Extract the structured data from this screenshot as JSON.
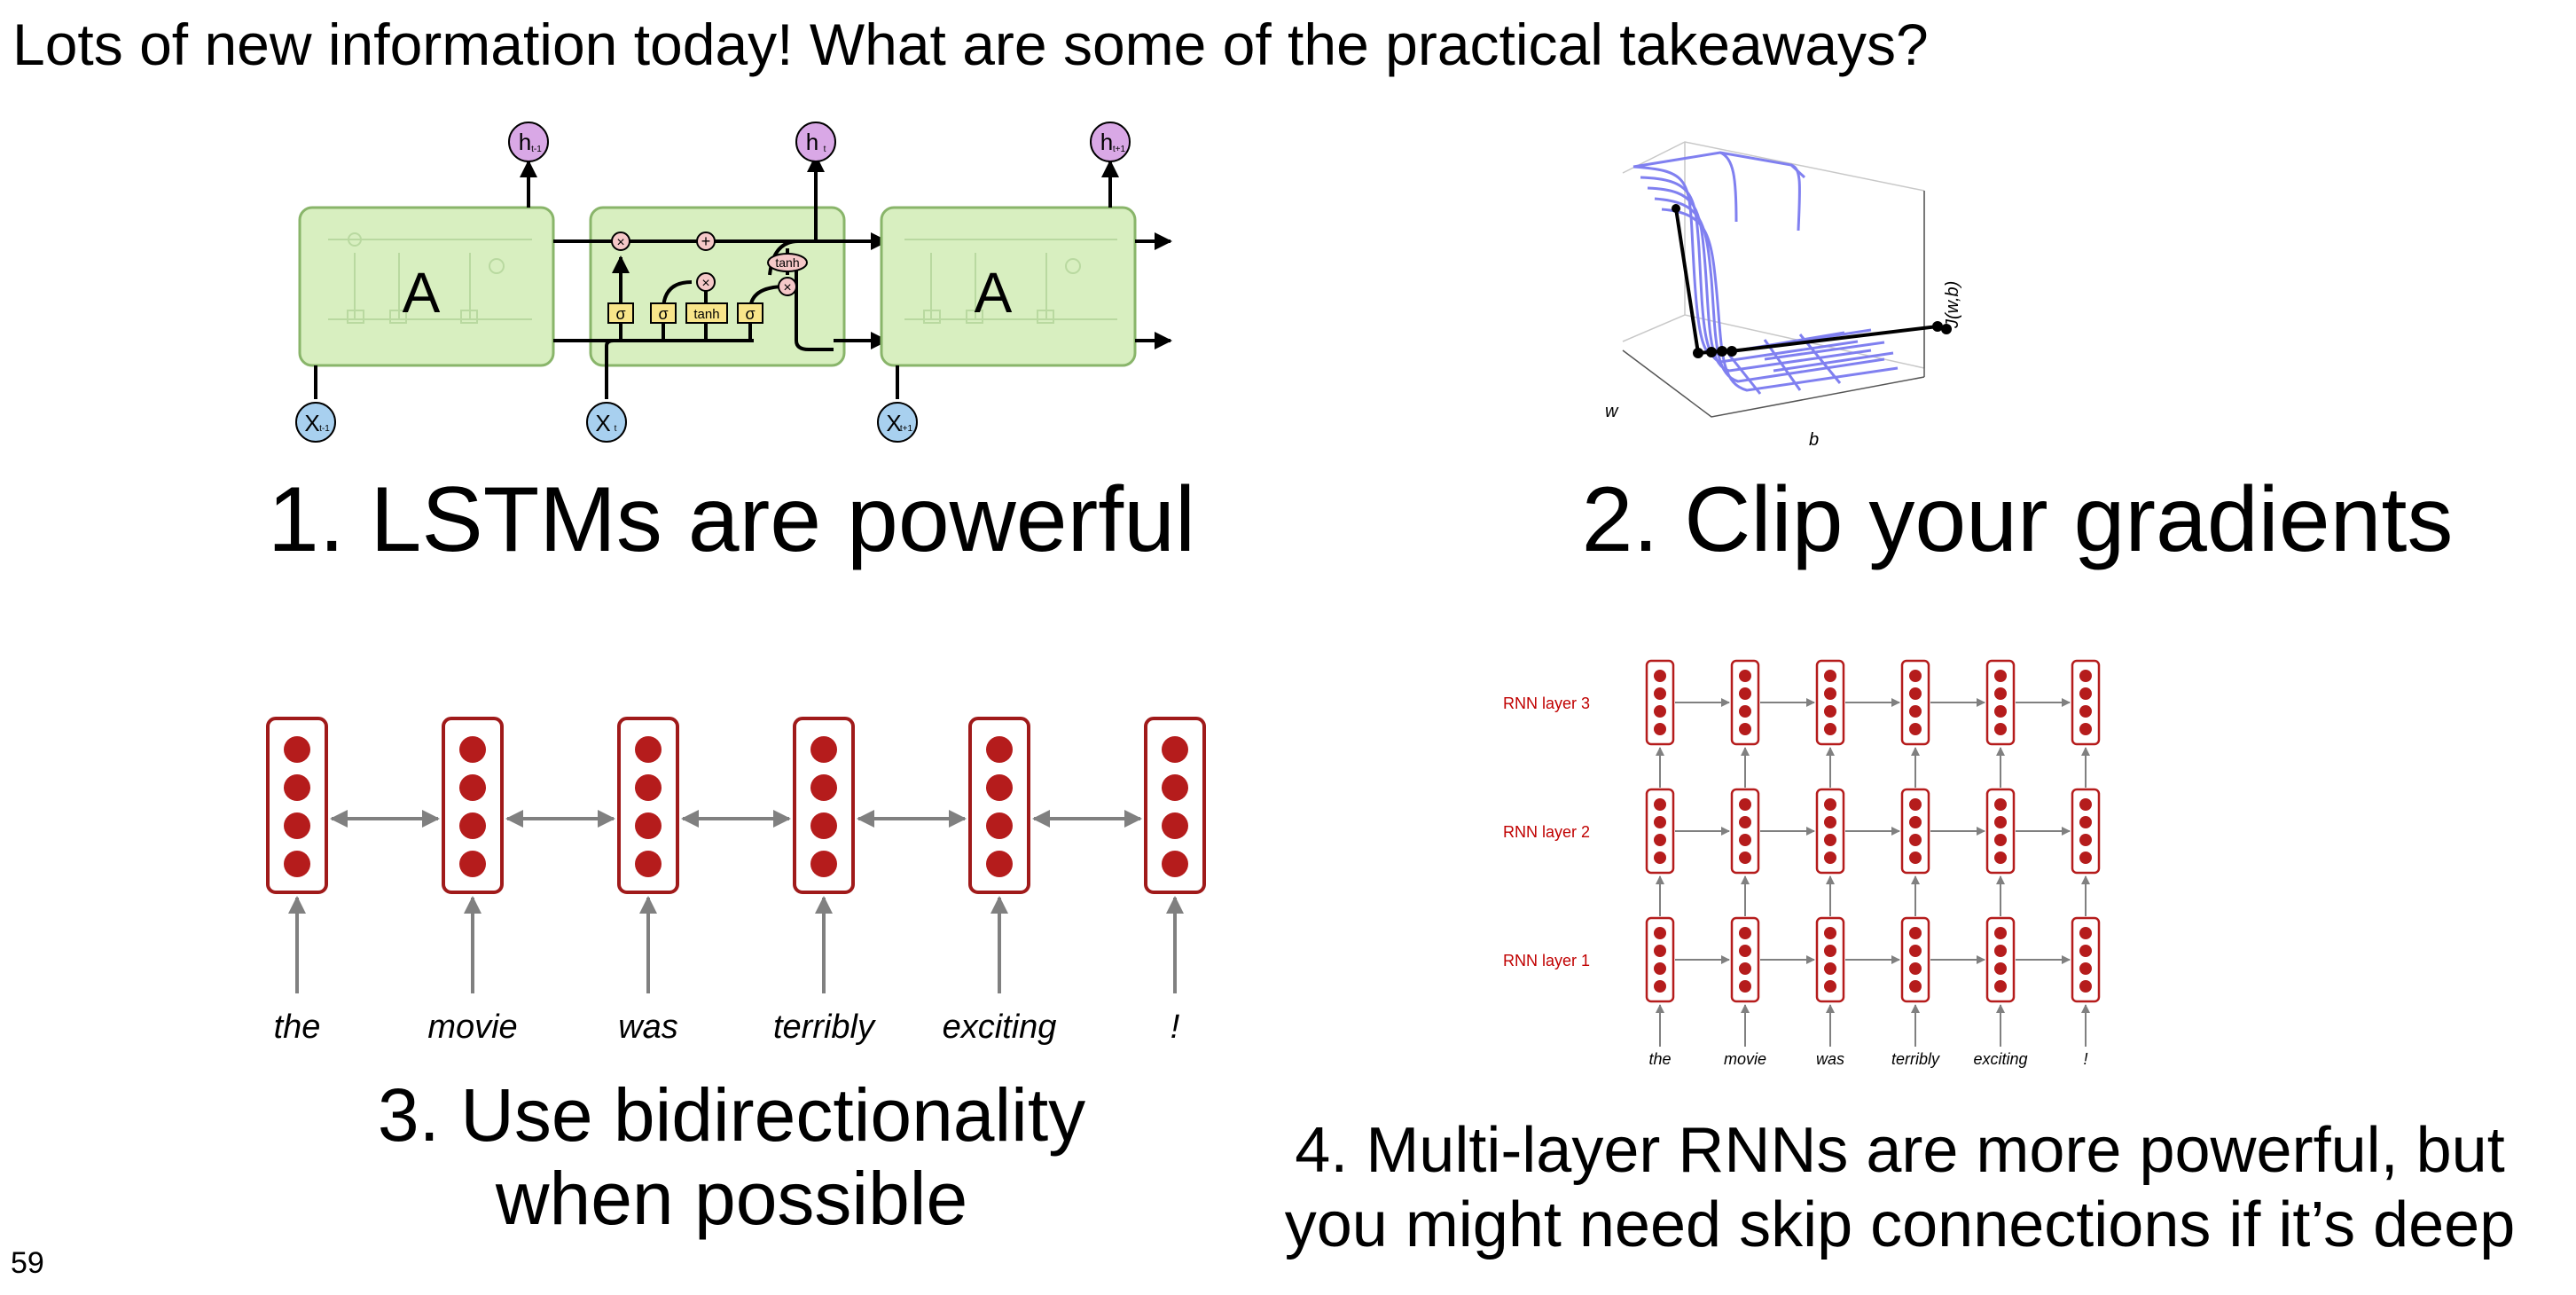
{
  "slide": {
    "title": "Lots of new information today! What are some of the practical takeaways?",
    "number": "59"
  },
  "takeaways": [
    {
      "caption": "1. LSTMs are powerful"
    },
    {
      "caption": "2. Clip your gradients"
    },
    {
      "caption_lines": [
        "3. Use bidirectionality",
        "when possible"
      ]
    },
    {
      "caption_lines": [
        "4. Multi-layer RNNs are more powerful, but",
        "you might need skip connections if it’s deep"
      ]
    }
  ],
  "lstm_diagram": {
    "cell_label": "A",
    "outputs": [
      {
        "main": "h",
        "sub": "t-1"
      },
      {
        "main": "h",
        "sub": "t"
      },
      {
        "main": "h",
        "sub": "t+1"
      }
    ],
    "inputs": [
      {
        "main": "X",
        "sub": "t-1"
      },
      {
        "main": "X",
        "sub": "t"
      },
      {
        "main": "X",
        "sub": "t+1"
      }
    ],
    "gates": [
      "σ",
      "σ",
      "tanh",
      "σ"
    ],
    "tanh_label": "tanh",
    "pointwise_multiply": "×",
    "pointwise_add": "+",
    "colors": {
      "cell_fill": "#d8efc0",
      "cell_border": "#89b56a",
      "gate_fill": "#f8e58a",
      "op_fill": "#f5c8c8",
      "output_fill": "#d9a8e6",
      "input_fill": "#a8d0ef"
    }
  },
  "gradient_plot": {
    "axis_labels": {
      "w": "w",
      "b": "b",
      "cost": "J(w,b)"
    },
    "colors": {
      "surface": "#8080f0",
      "path": "#000000"
    }
  },
  "bidirectional_rnn": {
    "words": [
      "the",
      "movie",
      "was",
      "terribly",
      "exciting",
      "!"
    ],
    "colors": {
      "node": "#b51c1c",
      "border": "#a01a1a",
      "arrow": "#808080"
    }
  },
  "multilayer_rnn": {
    "layer_labels": [
      "RNN layer 3",
      "RNN layer 2",
      "RNN layer 1"
    ],
    "words": [
      "the",
      "movie",
      "was",
      "terribly",
      "exciting",
      "!"
    ],
    "colors": {
      "label": "#c00000",
      "node": "#b51c1c",
      "arrow": "#808080"
    }
  }
}
